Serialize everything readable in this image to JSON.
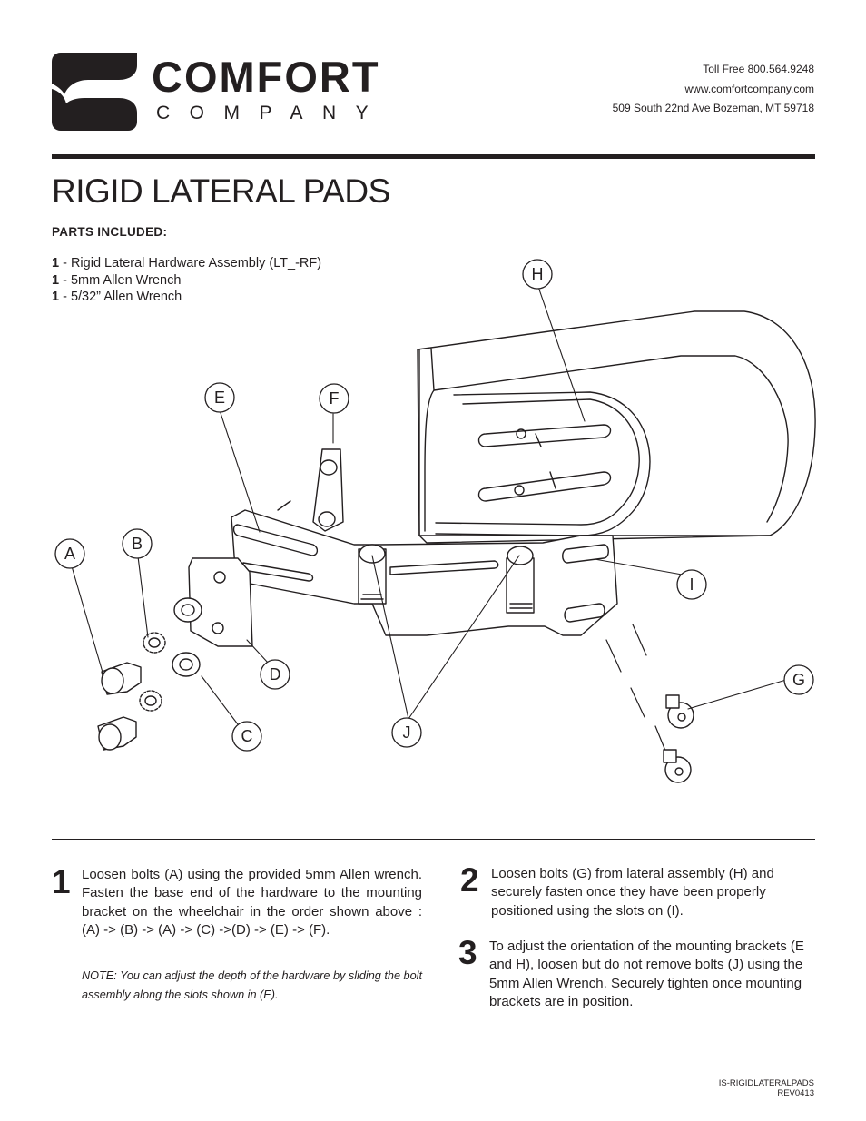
{
  "brand": {
    "line1": "COMFORT",
    "line2": "COMPANY"
  },
  "contact": {
    "phone": "Toll Free  800.564.9248",
    "website": "www.comfortcompany.com",
    "address": "509 South 22nd Ave Bozeman, MT 59718"
  },
  "title": "RIGID LATERAL PADS",
  "parts_heading": "PARTS INCLUDED:",
  "parts": [
    {
      "qty": "1",
      "text": " - Rigid Lateral Hardware Assembly (LT_-RF)"
    },
    {
      "qty": "1",
      "text": " - 5mm Allen Wrench"
    },
    {
      "qty": "1",
      "text": " - 5/32” Allen Wrench"
    }
  ],
  "diagram_labels": {
    "A": "A",
    "B": "B",
    "C": "C",
    "D": "D",
    "E": "E",
    "F": "F",
    "G": "G",
    "H": "H",
    "I": "I",
    "J": "J"
  },
  "steps": [
    {
      "number": "1",
      "text": "Loosen bolts (A) using the provided 5mm Allen wrench.  Fasten the base end of the hardware to the mounting bracket on the wheelchair in the order shown above : (A) -> (B) -> (A) -> (C) ->(D) -> (E) -> (F).",
      "note": "NOTE: You can adjust the depth of the hardware by sliding the bolt assembly along the slots shown in (E)."
    },
    {
      "number": "2",
      "text": "Loosen bolts (G) from lateral assembly (H) and securely fasten once they have been properly positioned using the slots on (I)."
    },
    {
      "number": "3",
      "text": "To adjust the orientation of the mounting brackets (E and H), loosen but do not remove bolts (J) using the 5mm Allen Wrench.  Securely tighten once mounting brackets are in position."
    }
  ],
  "doc_id": {
    "code": "IS-RIGIDLATERALPADS",
    "rev": "REV0413"
  }
}
